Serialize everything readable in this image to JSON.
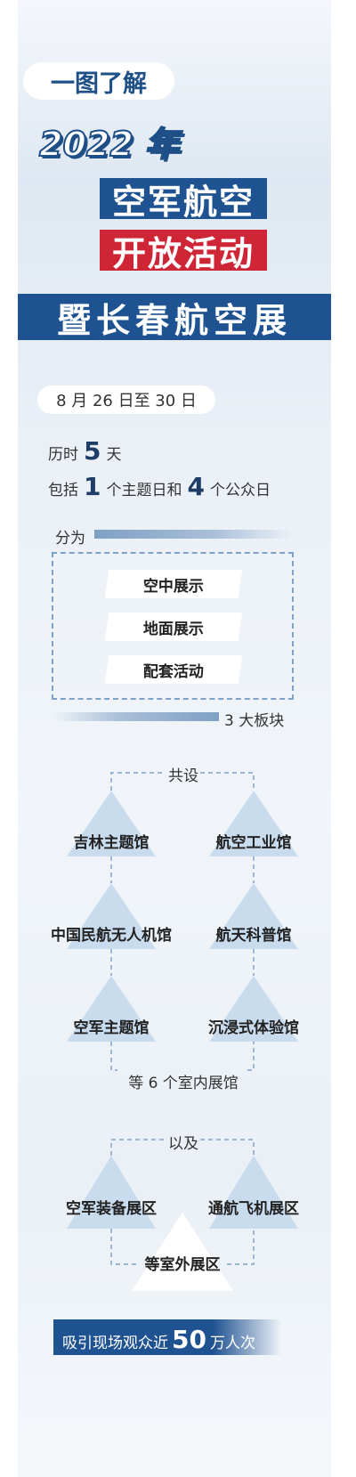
{
  "header": {
    "intro": "一图了解",
    "year": "2022 年",
    "banner1": "空军航空",
    "banner2": "开放活动",
    "banner3": "暨长春航空展"
  },
  "colors": {
    "navy": "#1f5291",
    "red": "#cf2637",
    "tri": "#c9dcee"
  },
  "facts": {
    "date": "8 月 26 日至 30 日",
    "duration_pre": "历时",
    "duration_num": "5",
    "duration_post": "天",
    "include_pre": "包括",
    "theme_num": "1",
    "theme_mid": "个主题日和",
    "public_num": "4",
    "public_post": "个公众日"
  },
  "sections": {
    "divide_label": "分为",
    "items": [
      "空中展示",
      "地面展示",
      "配套活动"
    ],
    "total": "3 大板块"
  },
  "indoor": {
    "label": "共设",
    "halls": [
      "吉林主题馆",
      "航空工业馆",
      "中国民航无人机馆",
      "航天科普馆",
      "空军主题馆",
      "沉浸式体验馆"
    ],
    "summary": "等 6 个室内展馆"
  },
  "outdoor": {
    "label": "以及",
    "areas": [
      "空军装备展区",
      "通航飞机展区"
    ],
    "summary": "等室外展区"
  },
  "footer": {
    "pre": "吸引现场观众近",
    "num": "50",
    "post": "万人次"
  }
}
